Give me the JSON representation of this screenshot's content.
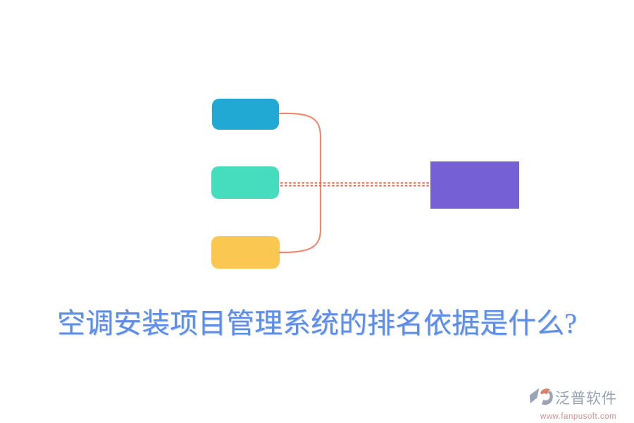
{
  "page": {
    "background": "#ffffff",
    "kind": "mindmap-style illustration, three source nodes bracketed to one result node"
  },
  "title": {
    "text": "空调安装项目管理系统的排名依据是什么?",
    "color": "#5E8DE5"
  },
  "diagram": {
    "nodes": {
      "top": {
        "label": "",
        "color": "#21A9D4",
        "shape": "rounded-rect"
      },
      "middle": {
        "label": "",
        "color": "#46DCBE",
        "shape": "rounded-rect"
      },
      "bottom": {
        "label": "",
        "color": "#FAC851",
        "shape": "rounded-rect"
      },
      "result": {
        "label": "",
        "color": "#7560D5",
        "shape": "rect"
      }
    },
    "connectors": {
      "bracket_color": "#F0876E",
      "dashed_color": "#E8613C"
    }
  },
  "watermark": {
    "brand": "泛普软件",
    "url": "www.fanpusoft.com",
    "brand_color": "#98A3B6",
    "url_color": "#D49092",
    "icon_gray": "#9AA4B6",
    "icon_orange": "#D9826B"
  }
}
